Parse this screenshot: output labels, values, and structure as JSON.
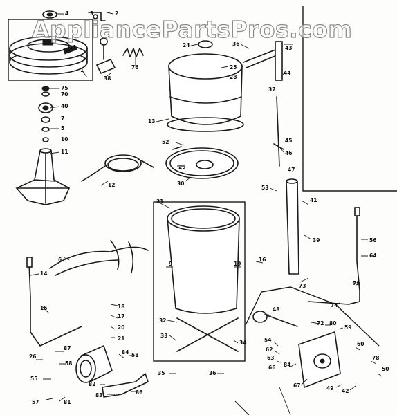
{
  "watermark": "AppliancePartsPros.com",
  "labels": [
    {
      "id": "p4",
      "text": "4"
    },
    {
      "id": "p3",
      "text": "3"
    },
    {
      "id": "p2",
      "text": "2"
    },
    {
      "id": "p1",
      "text": "1"
    },
    {
      "id": "p38",
      "text": "38"
    },
    {
      "id": "p76",
      "text": "76"
    },
    {
      "id": "p75",
      "text": "75"
    },
    {
      "id": "p70",
      "text": "70"
    },
    {
      "id": "p40",
      "text": "40"
    },
    {
      "id": "p7",
      "text": "7"
    },
    {
      "id": "p5",
      "text": "5"
    },
    {
      "id": "p10",
      "text": "10"
    },
    {
      "id": "p11",
      "text": "11"
    },
    {
      "id": "p24",
      "text": "24"
    },
    {
      "id": "p36",
      "text": "36"
    },
    {
      "id": "p25",
      "text": "25"
    },
    {
      "id": "p28",
      "text": "28"
    },
    {
      "id": "p13",
      "text": "13"
    },
    {
      "id": "p43",
      "text": "43"
    },
    {
      "id": "p44",
      "text": "44"
    },
    {
      "id": "p37",
      "text": "37"
    },
    {
      "id": "p45",
      "text": "45"
    },
    {
      "id": "p46",
      "text": "46"
    },
    {
      "id": "p47",
      "text": "47"
    },
    {
      "id": "p52",
      "text": "52"
    },
    {
      "id": "p29",
      "text": "29"
    },
    {
      "id": "p30",
      "text": "30"
    },
    {
      "id": "p12",
      "text": "12"
    },
    {
      "id": "p53",
      "text": "53"
    },
    {
      "id": "p41",
      "text": "41"
    },
    {
      "id": "p39",
      "text": "39"
    },
    {
      "id": "p31",
      "text": "31"
    },
    {
      "id": "p56",
      "text": "56"
    },
    {
      "id": "p64",
      "text": "64"
    },
    {
      "id": "p6",
      "text": "6"
    },
    {
      "id": "p14",
      "text": "14"
    },
    {
      "id": "p9",
      "text": "9"
    },
    {
      "id": "p19",
      "text": "19"
    },
    {
      "id": "p16",
      "text": "16"
    },
    {
      "id": "p73",
      "text": "73"
    },
    {
      "id": "p79",
      "text": "79"
    },
    {
      "id": "p74",
      "text": "74"
    },
    {
      "id": "p15",
      "text": "15"
    },
    {
      "id": "p18",
      "text": "18"
    },
    {
      "id": "p17",
      "text": "17"
    },
    {
      "id": "p20",
      "text": "20"
    },
    {
      "id": "p21",
      "text": "21"
    },
    {
      "id": "p48",
      "text": "48"
    },
    {
      "id": "p72",
      "text": "72"
    },
    {
      "id": "p80",
      "text": "80"
    },
    {
      "id": "p59",
      "text": "59"
    },
    {
      "id": "p32",
      "text": "32"
    },
    {
      "id": "p33",
      "text": "33"
    },
    {
      "id": "p34",
      "text": "34"
    },
    {
      "id": "p54",
      "text": "54"
    },
    {
      "id": "p62",
      "text": "62"
    },
    {
      "id": "p63",
      "text": "63"
    },
    {
      "id": "p66",
      "text": "66"
    },
    {
      "id": "p84",
      "text": "84"
    },
    {
      "id": "p60",
      "text": "60"
    },
    {
      "id": "p78",
      "text": "78"
    },
    {
      "id": "p50",
      "text": "50"
    },
    {
      "id": "p26",
      "text": "26"
    },
    {
      "id": "p87",
      "text": "87"
    },
    {
      "id": "p58",
      "text": "58"
    },
    {
      "id": "p35",
      "text": "35"
    },
    {
      "id": "p55",
      "text": "55"
    },
    {
      "id": "p82",
      "text": "82"
    },
    {
      "id": "p83",
      "text": "83"
    },
    {
      "id": "p86",
      "text": "86"
    },
    {
      "id": "p57",
      "text": "57"
    },
    {
      "id": "p81",
      "text": "81"
    },
    {
      "id": "p67",
      "text": "67"
    },
    {
      "id": "p49",
      "text": "49"
    },
    {
      "id": "p42",
      "text": "42"
    }
  ]
}
